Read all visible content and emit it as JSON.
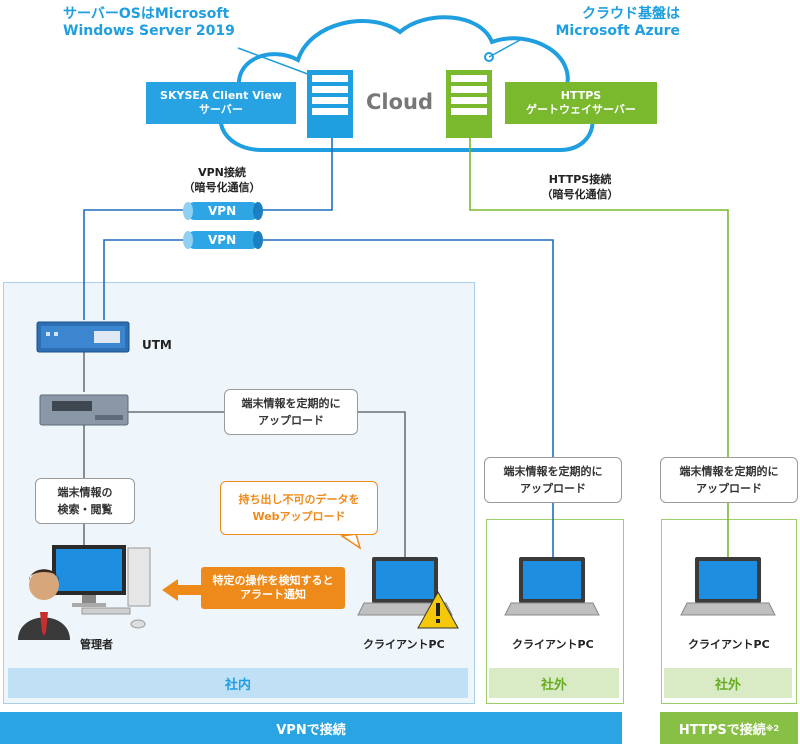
{
  "notes": {
    "server_os": [
      "サーバーOSはMicrosoft",
      "Windows Server 2019"
    ],
    "cloud_base": [
      "クラウド基盤は",
      "Microsoft Azure"
    ]
  },
  "cloud": {
    "label": "Cloud"
  },
  "servers": {
    "skysea": [
      "SKYSEA Client View",
      "サーバー"
    ],
    "https_gateway": [
      "HTTPS",
      "ゲートウェイサーバー"
    ]
  },
  "connections": {
    "vpn": [
      "VPN接続",
      "（暗号化通信）"
    ],
    "https": [
      "HTTPS接続",
      "（暗号化通信）"
    ],
    "vpn_tunnel": "VPN"
  },
  "devices": {
    "utm": "UTM",
    "admin": "管理者",
    "client_pc": "クライアントPC"
  },
  "bubbles": {
    "upload": [
      "端末情報を定期的に",
      "アップロード"
    ],
    "search": [
      "端末情報の",
      "検索・閲覧"
    ],
    "web_upload": [
      "持ち出し不可のデータを",
      "Webアップロード"
    ],
    "alert": [
      "特定の操作を検知すると",
      "アラート通知"
    ]
  },
  "zones": {
    "internal": "社内",
    "external": "社外"
  },
  "bottom": {
    "vpn_bar": "VPNで接続",
    "https_bar": "HTTPSで接続",
    "https_note": "※2"
  },
  "colors": {
    "blue": "#1f9ee0",
    "green": "#7ab82e",
    "orange": "#ee8a1a",
    "internal_bg": "#e8f3fa",
    "internal_label": "#bfe0f5",
    "external_bg": "#d8ebc4",
    "vpn_bar": "#2aa4e2",
    "https_bar": "#87c044"
  }
}
